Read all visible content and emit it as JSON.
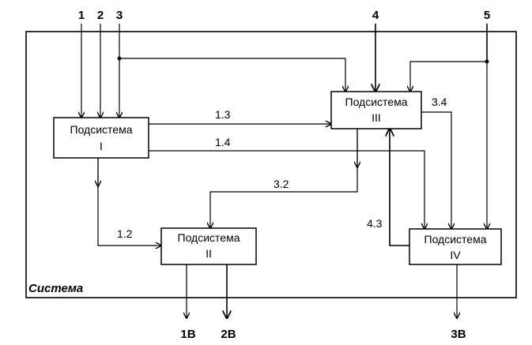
{
  "system_label": "Система",
  "inputs": {
    "in1": "1",
    "in2": "2",
    "in3": "3",
    "in4": "4",
    "in5": "5"
  },
  "subsystems": {
    "s1": {
      "title": "Подсистема",
      "numeral": "I"
    },
    "s2": {
      "title": "Подсистема",
      "numeral": "II"
    },
    "s3": {
      "title": "Подсистема",
      "numeral": "III"
    },
    "s4": {
      "title": "Подсистема",
      "numeral": "IV"
    }
  },
  "links": {
    "l13": "1.3",
    "l14": "1.4",
    "l12": "1.2",
    "l32": "3.2",
    "l34": "3.4",
    "l43": "4.3"
  },
  "outputs": {
    "o1": "1B",
    "o2": "2B",
    "o3": "3B"
  }
}
